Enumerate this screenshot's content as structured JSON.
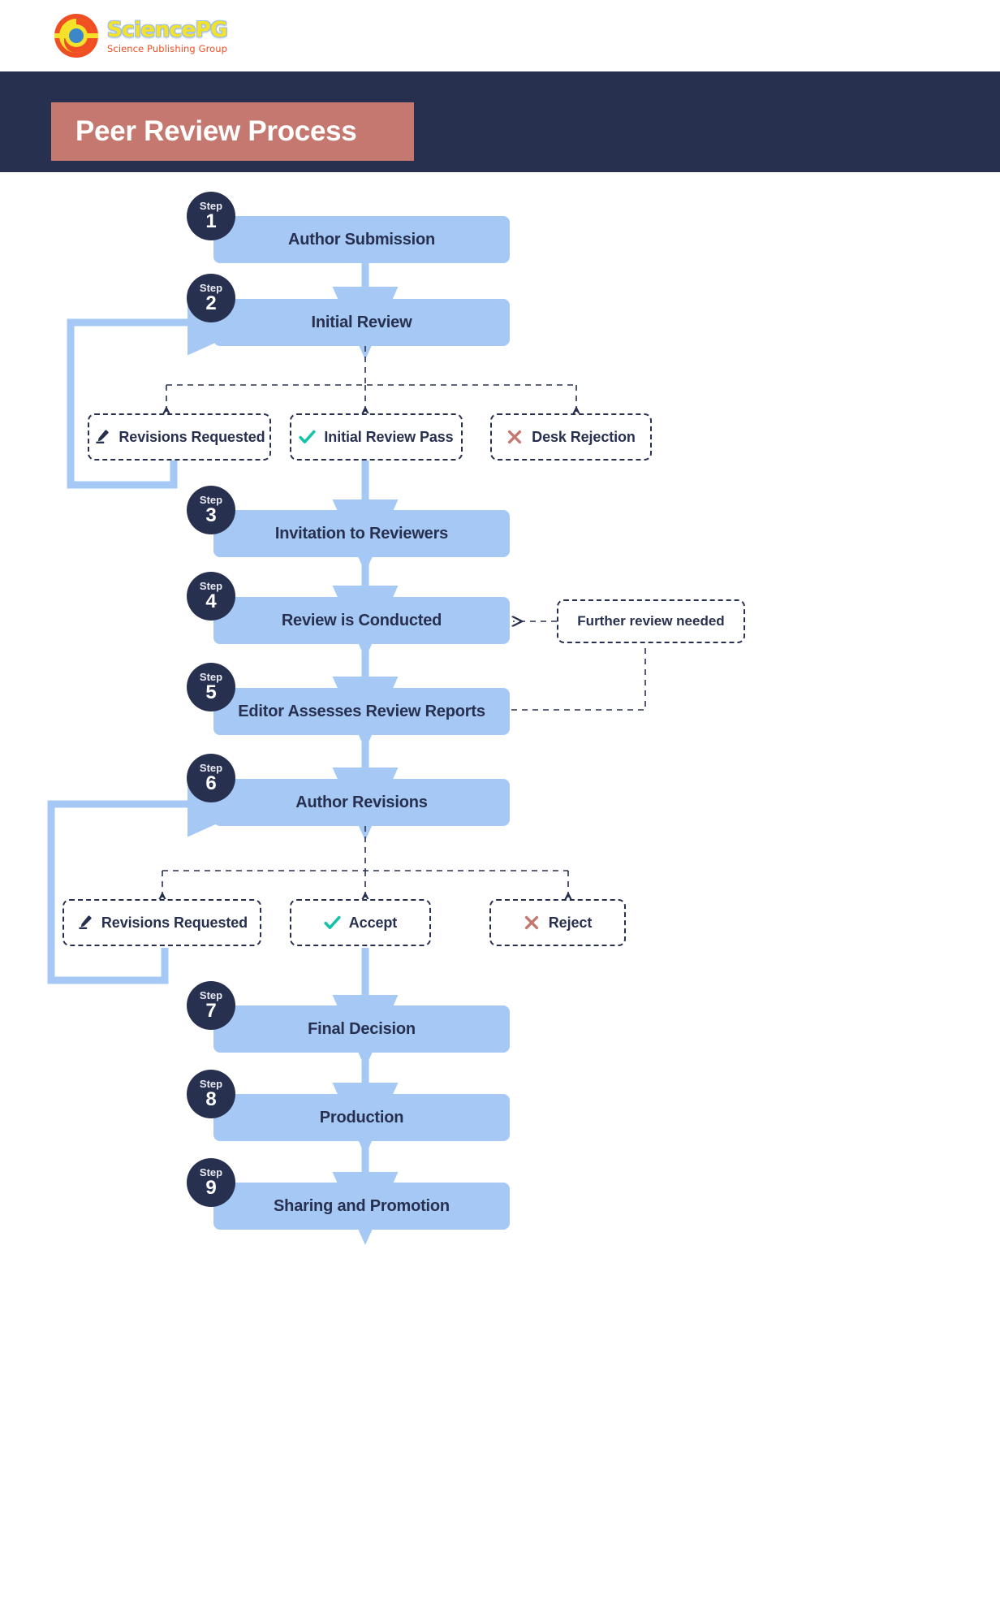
{
  "brand": {
    "name": "SciencePG",
    "tagline": "Science Publishing Group",
    "logo_icon": "sciencepg-circular-logo",
    "colors": {
      "yellow": "#f4e12a",
      "red": "#f04e23",
      "blue": "#3b87c9"
    }
  },
  "header": {
    "title": "Peer Review Process",
    "band_color": "#28304f",
    "chip_color": "#c4786f"
  },
  "theme": {
    "step_fill": "#a6c8f5",
    "badge_fill": "#28304f",
    "text_dark": "#28304f",
    "accept_green": "#15c3a8",
    "reject_red": "#c4786f",
    "arrow_blue": "#a6c8f5"
  },
  "flow": {
    "steps": [
      {
        "step_word": "Step",
        "number": "1",
        "label": "Author Submission"
      },
      {
        "step_word": "Step",
        "number": "2",
        "label": "Initial Review"
      },
      {
        "step_word": "Step",
        "number": "3",
        "label": "Invitation to Reviewers"
      },
      {
        "step_word": "Step",
        "number": "4",
        "label": "Review is Conducted"
      },
      {
        "step_word": "Step",
        "number": "5",
        "label": "Editor Assesses Review Reports"
      },
      {
        "step_word": "Step",
        "number": "6",
        "label": "Author Revisions"
      },
      {
        "step_word": "Step",
        "number": "7",
        "label": "Final Decision"
      },
      {
        "step_word": "Step",
        "number": "8",
        "label": "Production"
      },
      {
        "step_word": "Step",
        "number": "9",
        "label": "Sharing and Promotion"
      }
    ],
    "outcomes_after_initial_review": [
      {
        "label": "Revisions Requested",
        "icon": "pencil-icon",
        "icon_color": "#28304f"
      },
      {
        "label": "Initial Review Pass",
        "icon": "check-icon",
        "icon_color": "#15c3a8"
      },
      {
        "label": "Desk Rejection",
        "icon": "cross-icon",
        "icon_color": "#c4786f"
      }
    ],
    "outcomes_after_author_revisions": [
      {
        "label": "Revisions Requested",
        "icon": "pencil-icon",
        "icon_color": "#28304f"
      },
      {
        "label": "Accept",
        "icon": "check-icon",
        "icon_color": "#15c3a8"
      },
      {
        "label": "Reject",
        "icon": "cross-icon",
        "icon_color": "#c4786f"
      }
    ],
    "notes": [
      {
        "label": "Further review needed"
      }
    ]
  }
}
